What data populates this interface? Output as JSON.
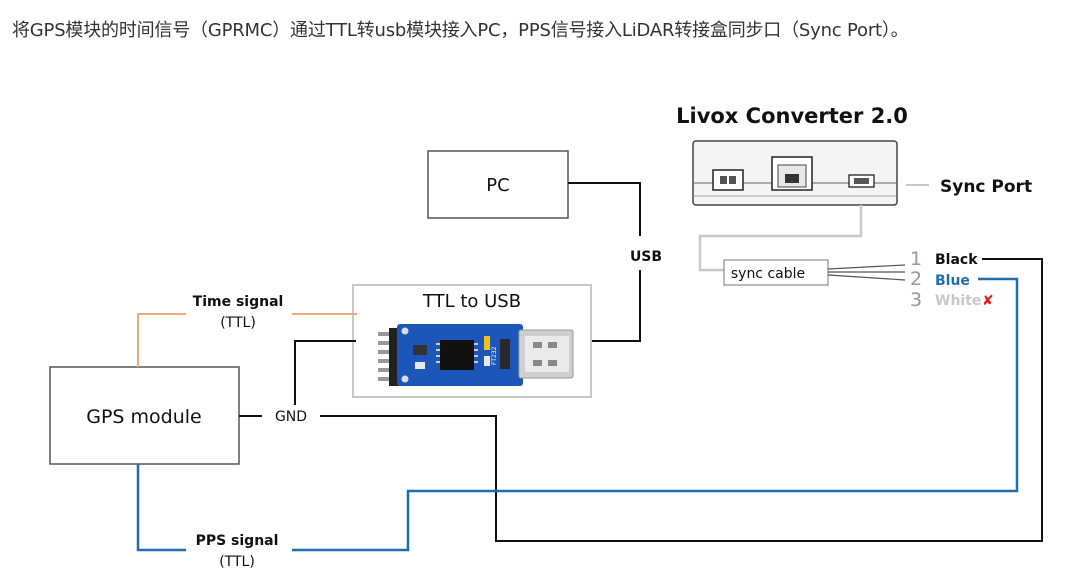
{
  "caption": "将GPS模块的时间信号（GPRMC）通过TTL转usb模块接入PC，PPS信号接入LiDAR转接盒同步口（Sync Port）。",
  "labels": {
    "converter_title": "Livox Converter 2.0",
    "sync_port": "Sync Port",
    "pc": "PC",
    "usb": "USB",
    "ttl_to_usb": "TTL to USB",
    "gps_module": "GPS module",
    "gnd": "GND",
    "time_signal": "Time signal",
    "time_signal_sub": "(TTL)",
    "pps_signal": "PPS signal",
    "pps_signal_sub": "(TTL)",
    "sync_cable": "sync cable",
    "wire_black": "Black",
    "wire_blue": "Blue",
    "wire_white": "White",
    "white_mark": "✘",
    "board_chip_label": "FT232"
  },
  "pins": [
    "1",
    "2",
    "3"
  ],
  "colors": {
    "black_wire": "#111111",
    "blue_wire": "#1f6fad",
    "time_signal_wire": "#f0a97a",
    "white_wire_text": "#c8c8c8",
    "grey_cable": "#c8c8c8",
    "board_blue": "#1c56b8",
    "red_x": "#e02020"
  }
}
